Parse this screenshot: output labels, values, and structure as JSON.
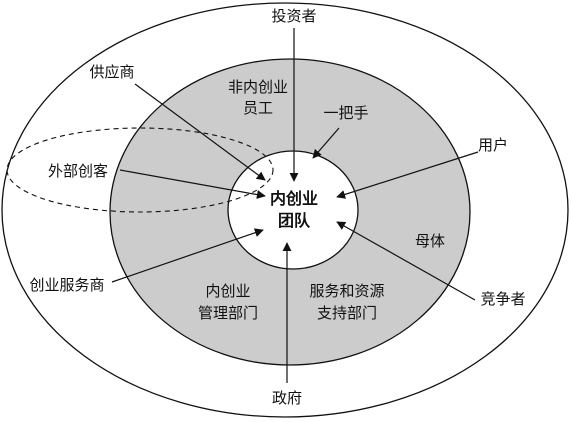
{
  "diagram": {
    "core": {
      "line1": "内创业",
      "line2": "团队"
    },
    "inner_ring": {
      "non_staff": {
        "line1": "非内创业",
        "line2": "员工"
      },
      "leader": "一把手",
      "mgmt_dept": {
        "line1": "内创业",
        "line2": "管理部门"
      },
      "service_dept": {
        "line1": "服务和资源",
        "line2": "支持部门"
      },
      "parent": "母体"
    },
    "outer_ring": {
      "investor": "投资者",
      "supplier": "供应商",
      "external_maker": "外部创客",
      "user": "用户",
      "service_provider": "创业服务商",
      "competitor": "竞争者",
      "government": "政府"
    },
    "colors": {
      "ring_fill": "#cccccc",
      "line": "#111111",
      "background": "#ffffff"
    }
  }
}
